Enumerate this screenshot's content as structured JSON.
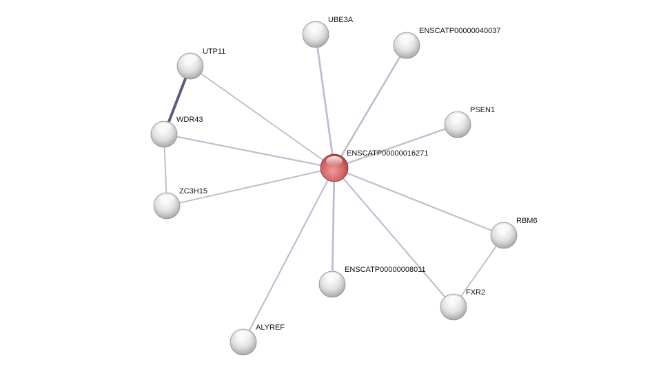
{
  "network": {
    "nodes": [
      {
        "id": "center",
        "label": "ENSCATP00000016271",
        "query": true
      },
      {
        "id": "ube3a",
        "label": "UBE3A"
      },
      {
        "id": "e40037",
        "label": "ENSCATP00000040037"
      },
      {
        "id": "utp11",
        "label": "UTP11"
      },
      {
        "id": "psen1",
        "label": "PSEN1"
      },
      {
        "id": "wdr43",
        "label": "WDR43"
      },
      {
        "id": "zc3h15",
        "label": "ZC3H15"
      },
      {
        "id": "rbm6",
        "label": "RBM6"
      },
      {
        "id": "e8011",
        "label": "ENSCATP00000008011"
      },
      {
        "id": "fxr2",
        "label": "FXR2"
      },
      {
        "id": "alyref",
        "label": "ALYREF"
      }
    ],
    "edges": [
      {
        "source": "center",
        "target": "ube3a",
        "strength": 0.6
      },
      {
        "source": "center",
        "target": "e40037",
        "strength": 0.55
      },
      {
        "source": "center",
        "target": "utp11",
        "strength": 0.3
      },
      {
        "source": "center",
        "target": "psen1",
        "strength": 0.45
      },
      {
        "source": "center",
        "target": "wdr43",
        "strength": 0.4
      },
      {
        "source": "center",
        "target": "zc3h15",
        "strength": 0.35
      },
      {
        "source": "center",
        "target": "rbm6",
        "strength": 0.4
      },
      {
        "source": "center",
        "target": "e8011",
        "strength": 0.6
      },
      {
        "source": "center",
        "target": "fxr2",
        "strength": 0.4
      },
      {
        "source": "center",
        "target": "alyref",
        "strength": 0.4
      },
      {
        "source": "utp11",
        "target": "wdr43",
        "strength": 1.0
      },
      {
        "source": "wdr43",
        "target": "zc3h15",
        "strength": 0.35
      },
      {
        "source": "rbm6",
        "target": "fxr2",
        "strength": 0.3
      }
    ],
    "colors": {
      "query_node": "#e07a7a",
      "node": "#dcdcdc",
      "edge": "#a8a8c0",
      "strong_edge": "#5a5f78"
    }
  }
}
